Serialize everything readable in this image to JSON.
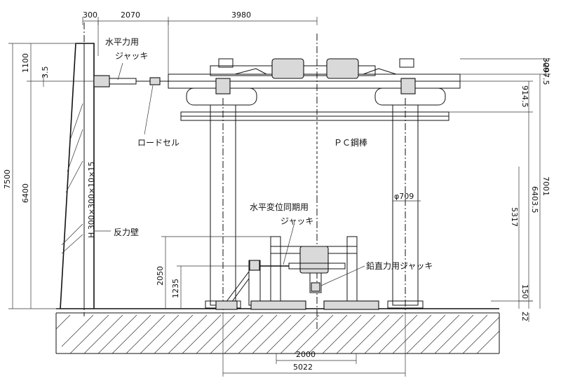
{
  "labels": {
    "horizontal_jack": [
      "水平力用",
      "ジャッキ"
    ],
    "load_cell": "ロードセル",
    "pc_bar": "ＰＣ鋼棒",
    "reaction_wall": "反力壁",
    "h_section": "H 300×300×10×15",
    "sync_jack": [
      "水平変位同期用",
      "ジャッキ"
    ],
    "vertical_jack": "鉛直力用ジャッキ",
    "column_dia": "φ709"
  },
  "dimensions": {
    "top": [
      "300",
      "2070",
      "3980"
    ],
    "left": [
      "1100",
      "3.5",
      "7500",
      "6400"
    ],
    "right": [
      "300",
      "297.5",
      "914.5",
      "7001",
      "6403.5",
      "5317",
      "150",
      "22"
    ],
    "lower_left": [
      "2050",
      "1235"
    ],
    "bottom": [
      "2000",
      "5022"
    ]
  }
}
